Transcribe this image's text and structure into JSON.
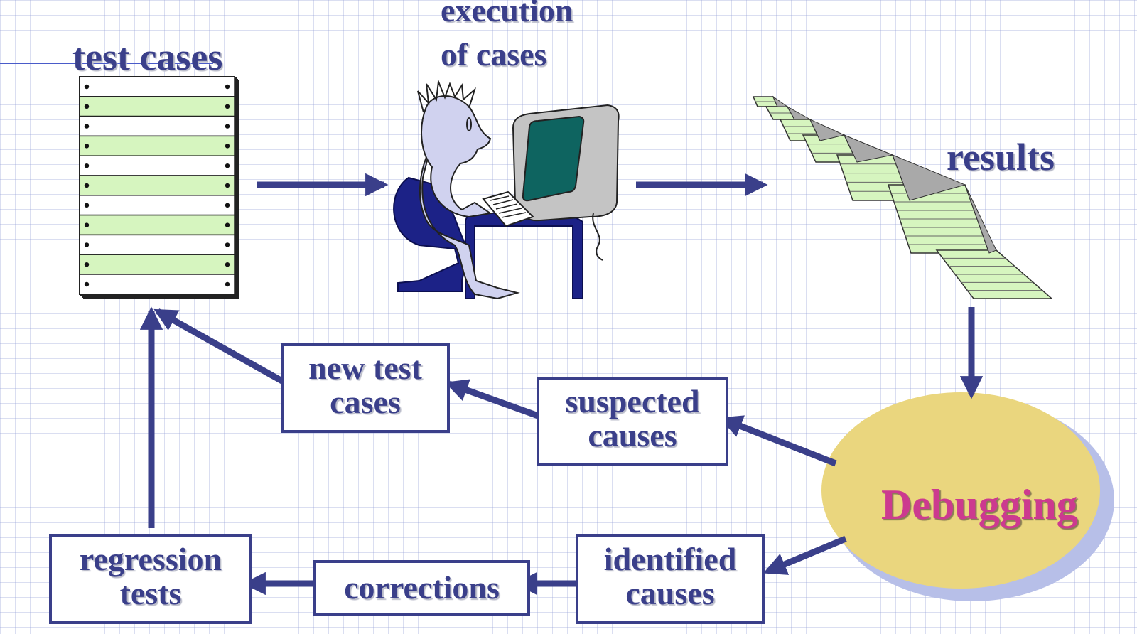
{
  "labels": {
    "test_cases": "test cases",
    "execution_line1": "execution",
    "execution_line2": "of cases",
    "results": "results",
    "debugging": "Debugging"
  },
  "boxes": {
    "new_test_cases": [
      "new test",
      "cases"
    ],
    "suspected_causes": [
      "suspected",
      "causes"
    ],
    "identified_causes": [
      "identified",
      "causes"
    ],
    "corrections": [
      "corrections"
    ],
    "regression_tests": [
      "regression",
      "tests"
    ]
  },
  "colors": {
    "arrow": "#3a3f8a",
    "text": "#3a3f8a",
    "debugging_text": "#cc3a8f",
    "ellipse_fill": "#ead67e",
    "ellipse_shadow": "#b7bfe8",
    "paper_green": "#d6f5bf",
    "screen": "#0e6460"
  }
}
